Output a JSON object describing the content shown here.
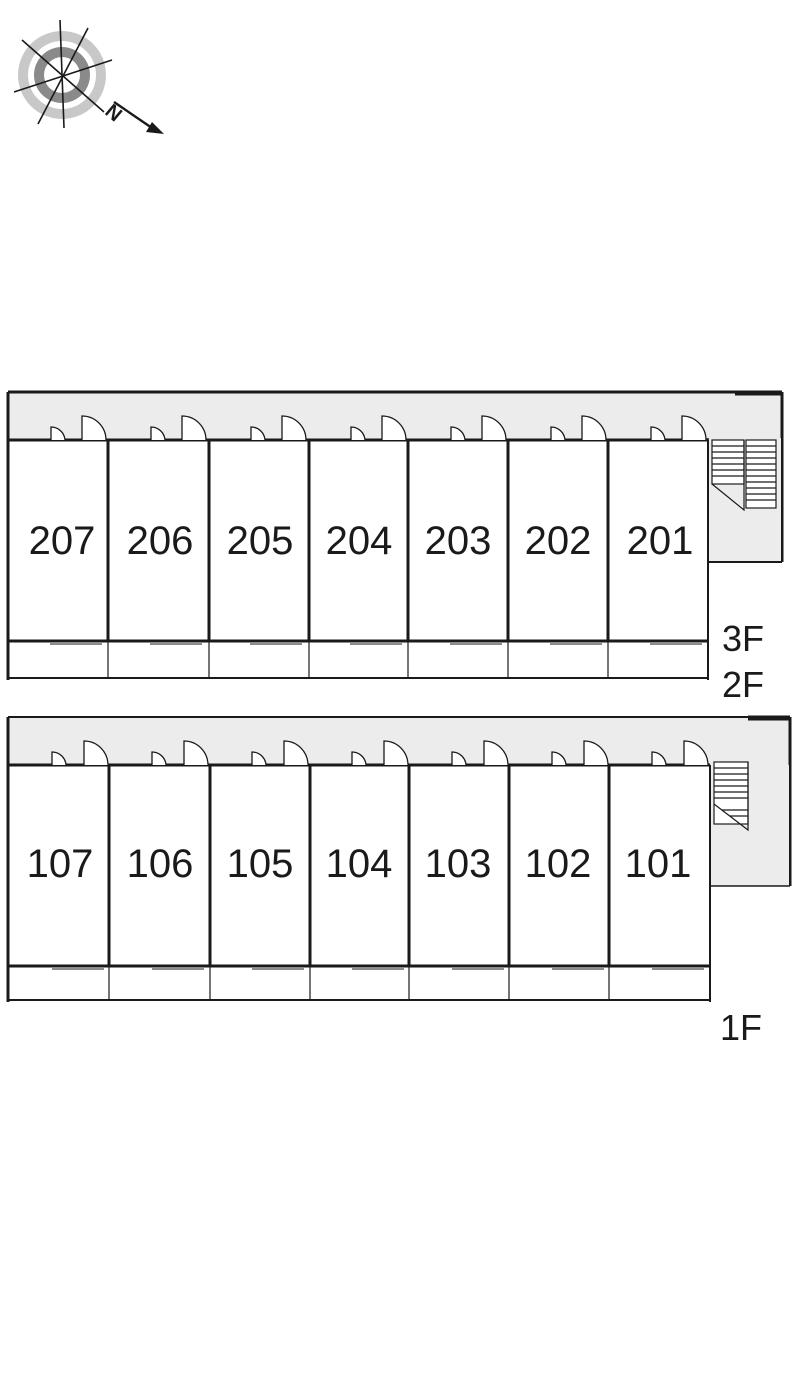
{
  "compass": {
    "icon": "north-arrow-compass-icon",
    "letter": "N"
  },
  "floors": {
    "upper": {
      "labels": [
        "3F",
        "2F"
      ],
      "units": [
        "207",
        "206",
        "205",
        "204",
        "203",
        "202",
        "201"
      ]
    },
    "lower": {
      "label": "1F",
      "units": [
        "107",
        "106",
        "105",
        "104",
        "103",
        "102",
        "101"
      ]
    }
  },
  "colors": {
    "line": "#1a1a1a",
    "corridor": "#ececec",
    "background": "#ffffff"
  }
}
